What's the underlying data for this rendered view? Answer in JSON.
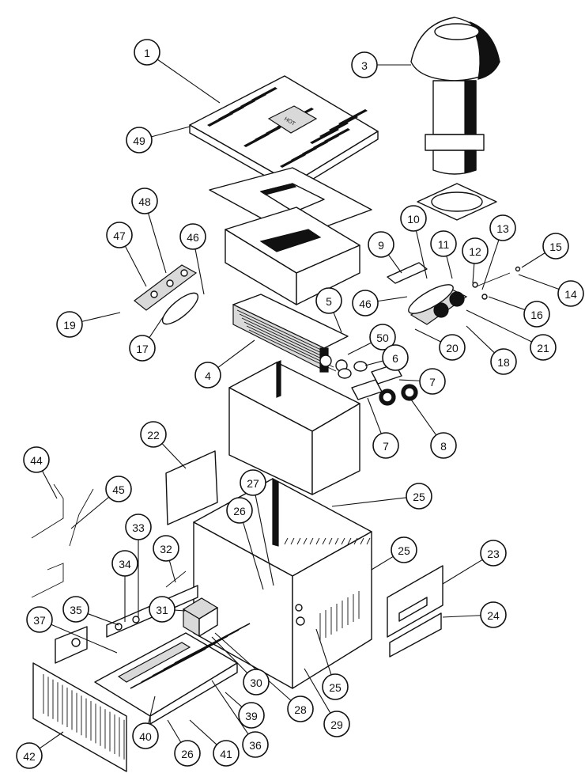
{
  "diagram": {
    "hot_label": "HOT",
    "callouts": [
      {
        "id": "c1",
        "label": "1"
      },
      {
        "id": "c3",
        "label": "3"
      },
      {
        "id": "c49",
        "label": "49"
      },
      {
        "id": "c48",
        "label": "48"
      },
      {
        "id": "c47",
        "label": "47"
      },
      {
        "id": "c46a",
        "label": "46"
      },
      {
        "id": "c19",
        "label": "19"
      },
      {
        "id": "c17",
        "label": "17"
      },
      {
        "id": "c9",
        "label": "9"
      },
      {
        "id": "c10",
        "label": "10"
      },
      {
        "id": "c11",
        "label": "11"
      },
      {
        "id": "c12",
        "label": "12"
      },
      {
        "id": "c13",
        "label": "13"
      },
      {
        "id": "c15",
        "label": "15"
      },
      {
        "id": "c14",
        "label": "14"
      },
      {
        "id": "c16",
        "label": "16"
      },
      {
        "id": "c46b",
        "label": "46"
      },
      {
        "id": "c5",
        "label": "5"
      },
      {
        "id": "c20",
        "label": "20"
      },
      {
        "id": "c21",
        "label": "21"
      },
      {
        "id": "c18",
        "label": "18"
      },
      {
        "id": "c50",
        "label": "50"
      },
      {
        "id": "c6",
        "label": "6"
      },
      {
        "id": "c4",
        "label": "4"
      },
      {
        "id": "c7a",
        "label": "7"
      },
      {
        "id": "c7b",
        "label": "7"
      },
      {
        "id": "c8",
        "label": "8"
      },
      {
        "id": "c22",
        "label": "22"
      },
      {
        "id": "c44",
        "label": "44"
      },
      {
        "id": "c45",
        "label": "45"
      },
      {
        "id": "c27",
        "label": "27"
      },
      {
        "id": "c25a",
        "label": "25"
      },
      {
        "id": "c26a",
        "label": "26"
      },
      {
        "id": "c33",
        "label": "33"
      },
      {
        "id": "c32",
        "label": "32"
      },
      {
        "id": "c25b",
        "label": "25"
      },
      {
        "id": "c23",
        "label": "23"
      },
      {
        "id": "c34",
        "label": "34"
      },
      {
        "id": "c35",
        "label": "35"
      },
      {
        "id": "c31",
        "label": "31"
      },
      {
        "id": "c24",
        "label": "24"
      },
      {
        "id": "c37",
        "label": "37"
      },
      {
        "id": "c30",
        "label": "30"
      },
      {
        "id": "c25c",
        "label": "25"
      },
      {
        "id": "c28",
        "label": "28"
      },
      {
        "id": "c39",
        "label": "39"
      },
      {
        "id": "c29",
        "label": "29"
      },
      {
        "id": "c40",
        "label": "40"
      },
      {
        "id": "c36",
        "label": "36"
      },
      {
        "id": "c42",
        "label": "42"
      },
      {
        "id": "c26b",
        "label": "26"
      },
      {
        "id": "c41",
        "label": "41"
      }
    ]
  }
}
